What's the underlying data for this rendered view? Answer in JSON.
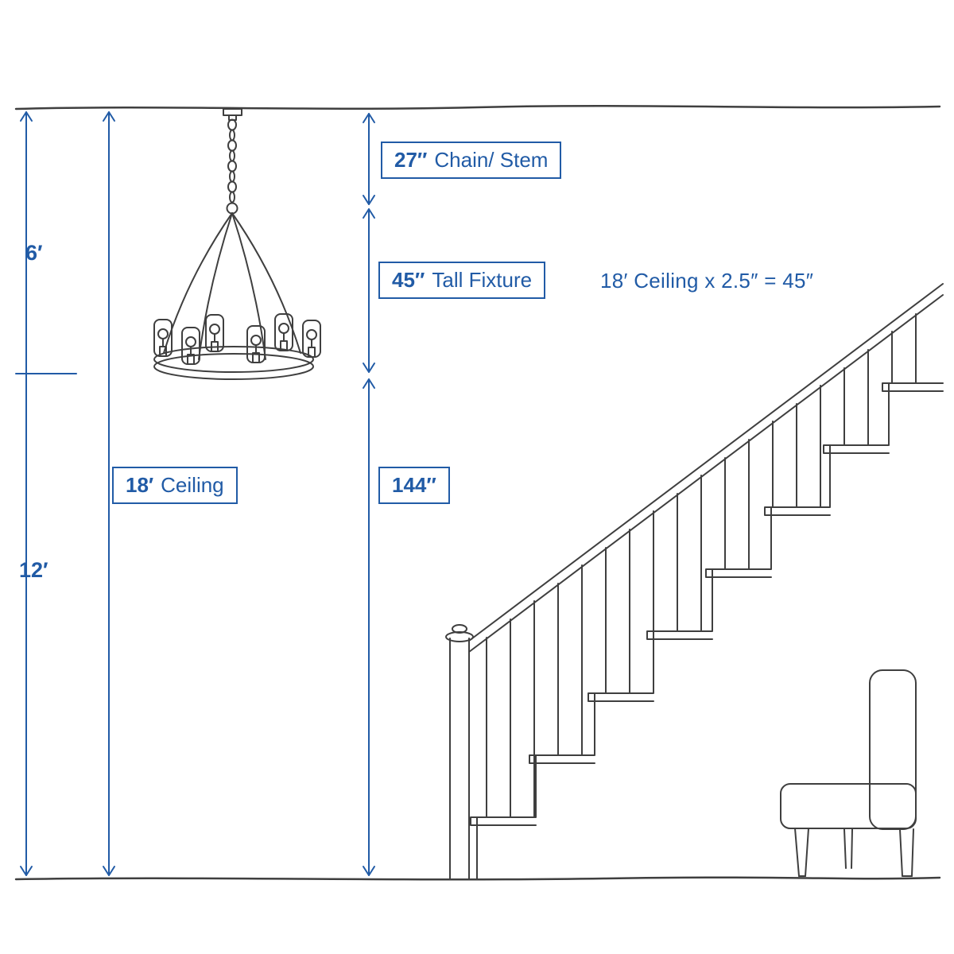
{
  "colors": {
    "accent": "#215ba6",
    "sketch": "#3f3f3f"
  },
  "annotations": {
    "left_upper_span": "6′",
    "left_lower_span": "12′",
    "ceiling_height": {
      "value": "18′",
      "label": "Ceiling"
    },
    "chain": {
      "value": "27″",
      "label": "Chain/ Stem"
    },
    "fixture": {
      "value": "45″",
      "label": "Tall Fixture"
    },
    "floor_to_fixture": {
      "value": "144″"
    },
    "formula": "18′ Ceiling x 2.5″ = 45″"
  },
  "sketch_elements": {
    "ceiling": "ceiling-line",
    "floor": "floor-line",
    "light": "chandelier-sketch",
    "stairs": "staircase-sketch",
    "seat": "chair-sketch"
  }
}
